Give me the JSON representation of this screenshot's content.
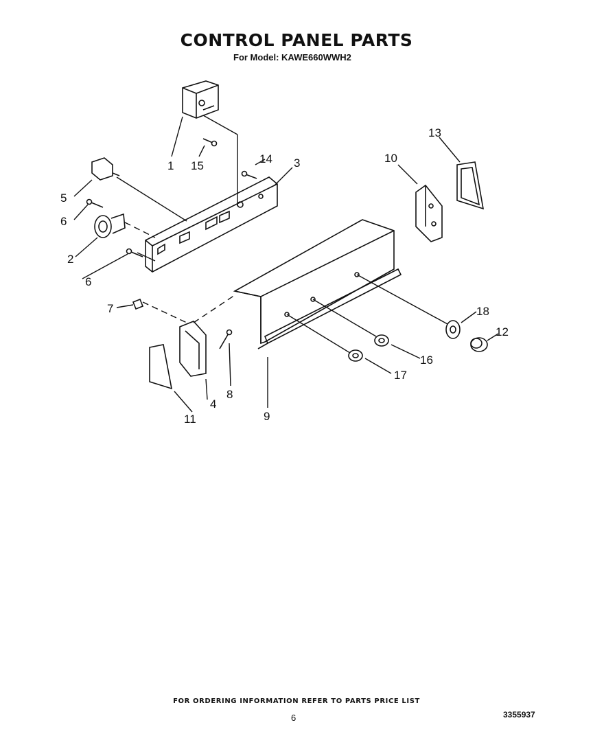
{
  "header": {
    "title": "CONTROL PANEL PARTS",
    "subtitle": "For Model: KAWE660WWH2"
  },
  "diagram": {
    "callouts": [
      {
        "id": "1",
        "label": "1"
      },
      {
        "id": "2",
        "label": "2"
      },
      {
        "id": "3",
        "label": "3"
      },
      {
        "id": "4",
        "label": "4"
      },
      {
        "id": "5",
        "label": "5"
      },
      {
        "id": "6a",
        "label": "6"
      },
      {
        "id": "6b",
        "label": "6"
      },
      {
        "id": "7",
        "label": "7"
      },
      {
        "id": "8",
        "label": "8"
      },
      {
        "id": "9",
        "label": "9"
      },
      {
        "id": "10",
        "label": "10"
      },
      {
        "id": "11",
        "label": "11"
      },
      {
        "id": "12",
        "label": "12"
      },
      {
        "id": "13",
        "label": "13"
      },
      {
        "id": "14",
        "label": "14"
      },
      {
        "id": "15",
        "label": "15"
      },
      {
        "id": "16",
        "label": "16"
      },
      {
        "id": "17",
        "label": "17"
      },
      {
        "id": "18",
        "label": "18"
      }
    ]
  },
  "footer": {
    "note": "FOR ORDERING INFORMATION REFER TO PARTS PRICE LIST",
    "page_number": "6",
    "document_number": "3355937"
  }
}
